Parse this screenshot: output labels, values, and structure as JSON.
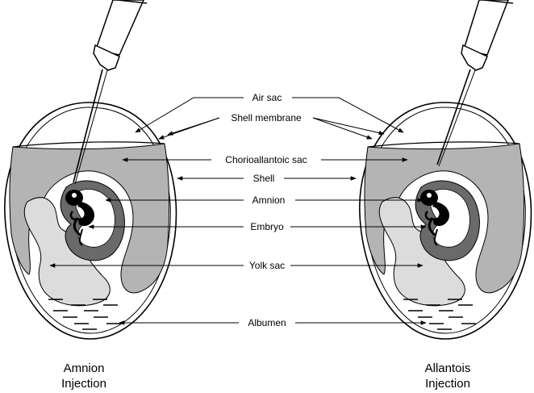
{
  "labels": {
    "air_sac": "Air sac",
    "shell_membrane": "Shell membrane",
    "chorioallantoic_sac": "Chorioallantoic sac",
    "shell": "Shell",
    "amnion": "Amnion",
    "embryo": "Embryo",
    "yolk_sac": "Yolk sac",
    "albumen": "Albumen"
  },
  "captions": {
    "left_line1": "Amnion",
    "left_line2": "Injection",
    "right_line1": "Allantois",
    "right_line2": "Injection"
  },
  "colors": {
    "chorioallantoic": "#b4b4b4",
    "amnion": "#6a6a6a",
    "yolk": "#dcdcdc",
    "outline": "#000000",
    "background": "#ffffff"
  }
}
